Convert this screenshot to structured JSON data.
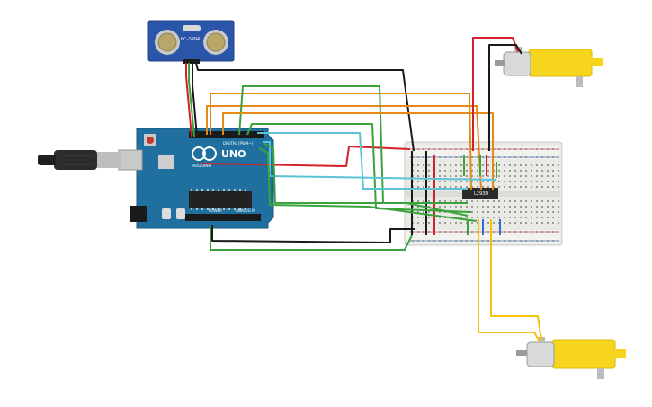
{
  "sensor": {
    "model": "HC-SR04"
  },
  "arduino": {
    "logo": "UNO",
    "brand": "ARDUINO",
    "digital_label": "DIGITAL (PWM~)",
    "power_label": "POWER",
    "analog_label": "ANALOG IN"
  },
  "driver_ic": {
    "label": "L293D"
  },
  "colors": {
    "arduino_board": "#1f6f9f",
    "sensor_board": "#2a55a8",
    "breadboard": "#e9e9e6",
    "motor_body": "#f6d51c",
    "wire_red": "#d4202a",
    "wire_black": "#1a1a1a",
    "wire_green": "#3aa33c",
    "wire_orange": "#e58a16",
    "wire_cyan": "#5cc3d6",
    "wire_yellow": "#f4c20d",
    "wire_blue": "#2f6fd6"
  }
}
